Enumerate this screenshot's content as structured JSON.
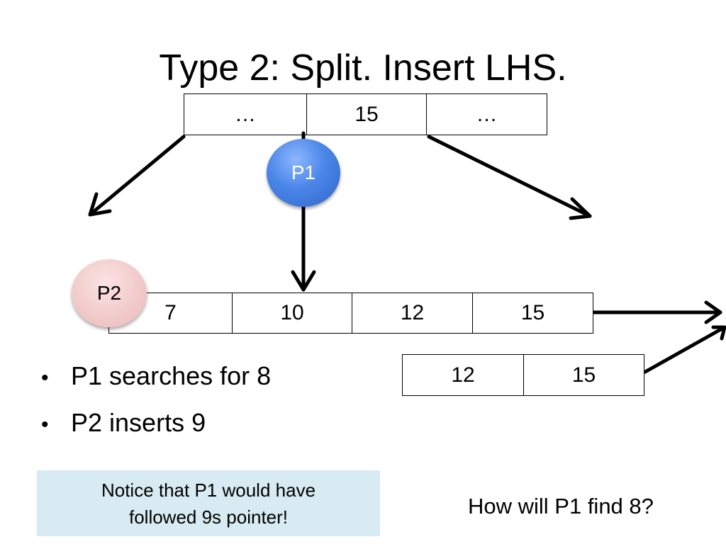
{
  "title": "Type 2: Split. Insert LHS.",
  "root_node": {
    "cells": [
      "…",
      "15",
      "…"
    ]
  },
  "leaf_node": {
    "cells": [
      "7",
      "10",
      "12",
      "15"
    ]
  },
  "new_leaf_node": {
    "cells": [
      "12",
      "15"
    ]
  },
  "processes": {
    "p1": "P1",
    "p2": "P2"
  },
  "bullets": [
    "P1 searches for 8",
    "P2 inserts 9"
  ],
  "bullet_glyph": "•",
  "note": "Notice that P1 would have followed 9s pointer!",
  "question": "How will P1 find 8?",
  "colors": {
    "p1_fill": "#4a86e8",
    "p2_fill": "#f2cbcb",
    "note_fill": "#d8ebf2",
    "arrow": "#000000"
  }
}
